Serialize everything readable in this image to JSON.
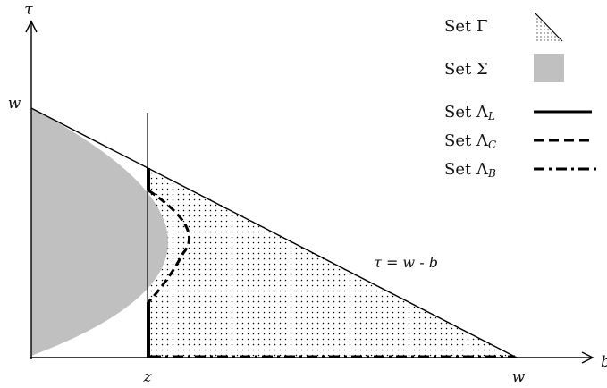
{
  "axes": {
    "y_label": "τ",
    "x_label": "b",
    "y_tick": "w",
    "x_tick_z": "z",
    "x_tick_w": "w"
  },
  "boundary_label": "τ = w - b",
  "legend": [
    {
      "prefix": "Set ",
      "symbol": "Γ",
      "subscript": "",
      "swatch": "dotted-triangle"
    },
    {
      "prefix": "Set ",
      "symbol": "Σ",
      "subscript": "",
      "swatch": "gray-fill"
    },
    {
      "prefix": "Set ",
      "symbol": "Λ",
      "subscript": "L",
      "swatch": "solid-line"
    },
    {
      "prefix": "Set ",
      "symbol": "Λ",
      "subscript": "C",
      "swatch": "dashed-line"
    },
    {
      "prefix": "Set ",
      "symbol": "Λ",
      "subscript": "B",
      "swatch": "dash-dot-line"
    }
  ],
  "colors": {
    "gray_region": "#c0c0c0",
    "ink": "#000000"
  }
}
